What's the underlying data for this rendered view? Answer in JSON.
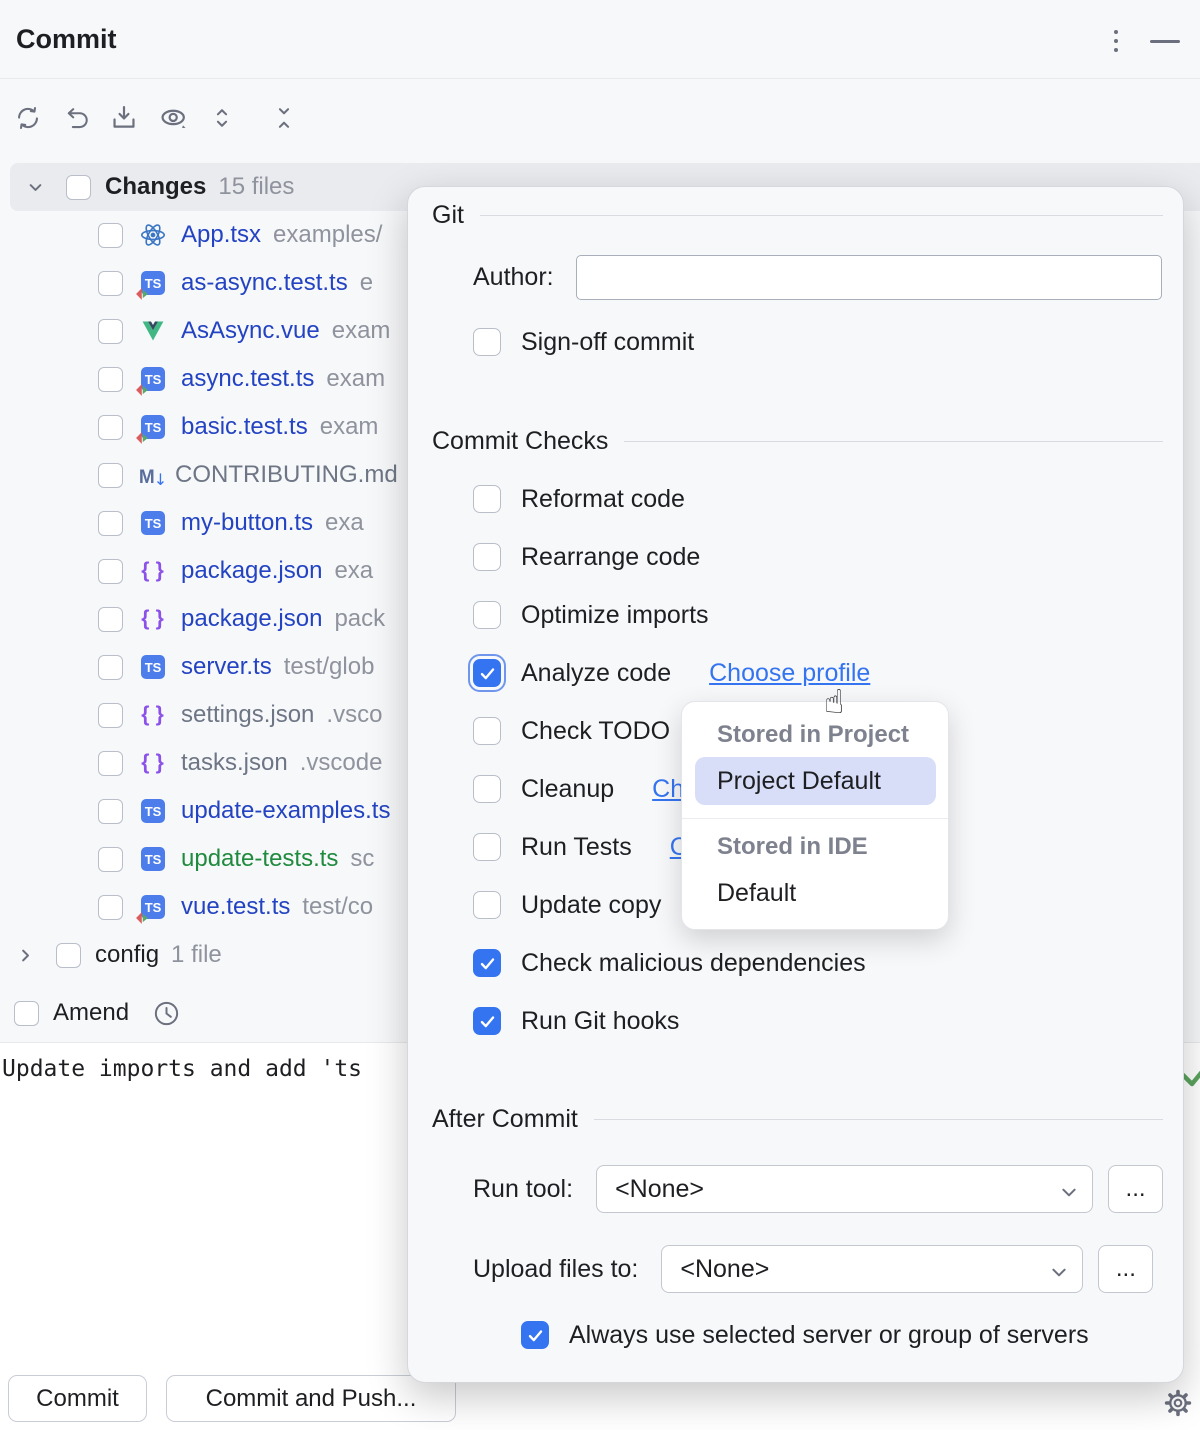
{
  "titlebar": {
    "title": "Commit"
  },
  "toolbar": {
    "icons": [
      "refresh-icon",
      "undo-icon",
      "shelve-icon",
      "preview-diff-icon",
      "expand-all-icon",
      "collapse-all-icon"
    ]
  },
  "tree": {
    "changes": {
      "label": "Changes",
      "count": "15 files"
    },
    "files": [
      {
        "name": "App.tsx",
        "path": "examples/",
        "status": "modified",
        "icon": "react"
      },
      {
        "name": "as-async.test.ts",
        "path": "e",
        "status": "modified",
        "icon": "ts-test"
      },
      {
        "name": "AsAsync.vue",
        "path": "exam",
        "status": "modified",
        "icon": "vue"
      },
      {
        "name": "async.test.ts",
        "path": "exam",
        "status": "modified",
        "icon": "ts-test"
      },
      {
        "name": "basic.test.ts",
        "path": "exam",
        "status": "modified",
        "icon": "ts-test"
      },
      {
        "name": "CONTRIBUTING.md",
        "path": "",
        "status": "unchanged",
        "icon": "markdown"
      },
      {
        "name": "my-button.ts",
        "path": "exa",
        "status": "modified",
        "icon": "ts"
      },
      {
        "name": "package.json",
        "path": "exa",
        "status": "modified",
        "icon": "json"
      },
      {
        "name": "package.json",
        "path": "pack",
        "status": "modified",
        "icon": "json"
      },
      {
        "name": "server.ts",
        "path": "test/glob",
        "status": "modified",
        "icon": "ts"
      },
      {
        "name": "settings.json",
        "path": ".vsco",
        "status": "unchanged",
        "icon": "json"
      },
      {
        "name": "tasks.json",
        "path": ".vscode",
        "status": "unchanged",
        "icon": "json"
      },
      {
        "name": "update-examples.ts",
        "path": "",
        "status": "modified",
        "icon": "ts"
      },
      {
        "name": "update-tests.ts",
        "path": "sc",
        "status": "new",
        "icon": "ts"
      },
      {
        "name": "vue.test.ts",
        "path": "test/co",
        "status": "modified",
        "icon": "ts-test"
      }
    ],
    "config": {
      "label": "config",
      "count": "1 file"
    },
    "amend_label": "Amend"
  },
  "message": {
    "text": "Update imports and add 'ts"
  },
  "popup": {
    "git": {
      "title": "Git",
      "author_label": "Author:",
      "author_value": "",
      "signoff_label": "Sign-off commit",
      "signoff_checked": false
    },
    "checks": {
      "title": "Commit Checks",
      "items": [
        {
          "label": "Reformat code",
          "checked": false
        },
        {
          "label": "Rearrange code",
          "checked": false
        },
        {
          "label": "Optimize imports",
          "checked": false
        },
        {
          "label": "Analyze code",
          "checked": true,
          "focused": true,
          "link": "Choose profile"
        },
        {
          "label": "Check TODO",
          "checked": false
        },
        {
          "label": "Cleanup",
          "checked": false,
          "link": "Ch"
        },
        {
          "label": "Run Tests",
          "checked": false,
          "link": "C"
        },
        {
          "label": "Update copy",
          "checked": false
        },
        {
          "label": "Check malicious dependencies",
          "checked": true
        },
        {
          "label": "Run Git hooks",
          "checked": true
        }
      ]
    },
    "after": {
      "title": "After Commit",
      "run_tool_label": "Run tool:",
      "run_tool_value": "<None>",
      "upload_label": "Upload files to:",
      "upload_value": "<None>",
      "more_label": "...",
      "always_label": "Always use selected server or group of servers",
      "always_checked": true
    }
  },
  "profile_menu": {
    "group_project": "Stored in Project",
    "project_default": "Project Default",
    "group_ide": "Stored in IDE",
    "default_item": "Default"
  },
  "footer": {
    "commit": "Commit",
    "commit_and_push": "Commit and Push..."
  },
  "colors": {
    "accent": "#3574F0",
    "link": "#3574F0",
    "menu_selection": "#D8DDF8",
    "file_modified": "#2343C2",
    "file_new": "#208A3E",
    "file_unchanged": "#6E7685",
    "popup_bg": "#F7F8FA",
    "status_ok_green": "#5BA35E"
  }
}
